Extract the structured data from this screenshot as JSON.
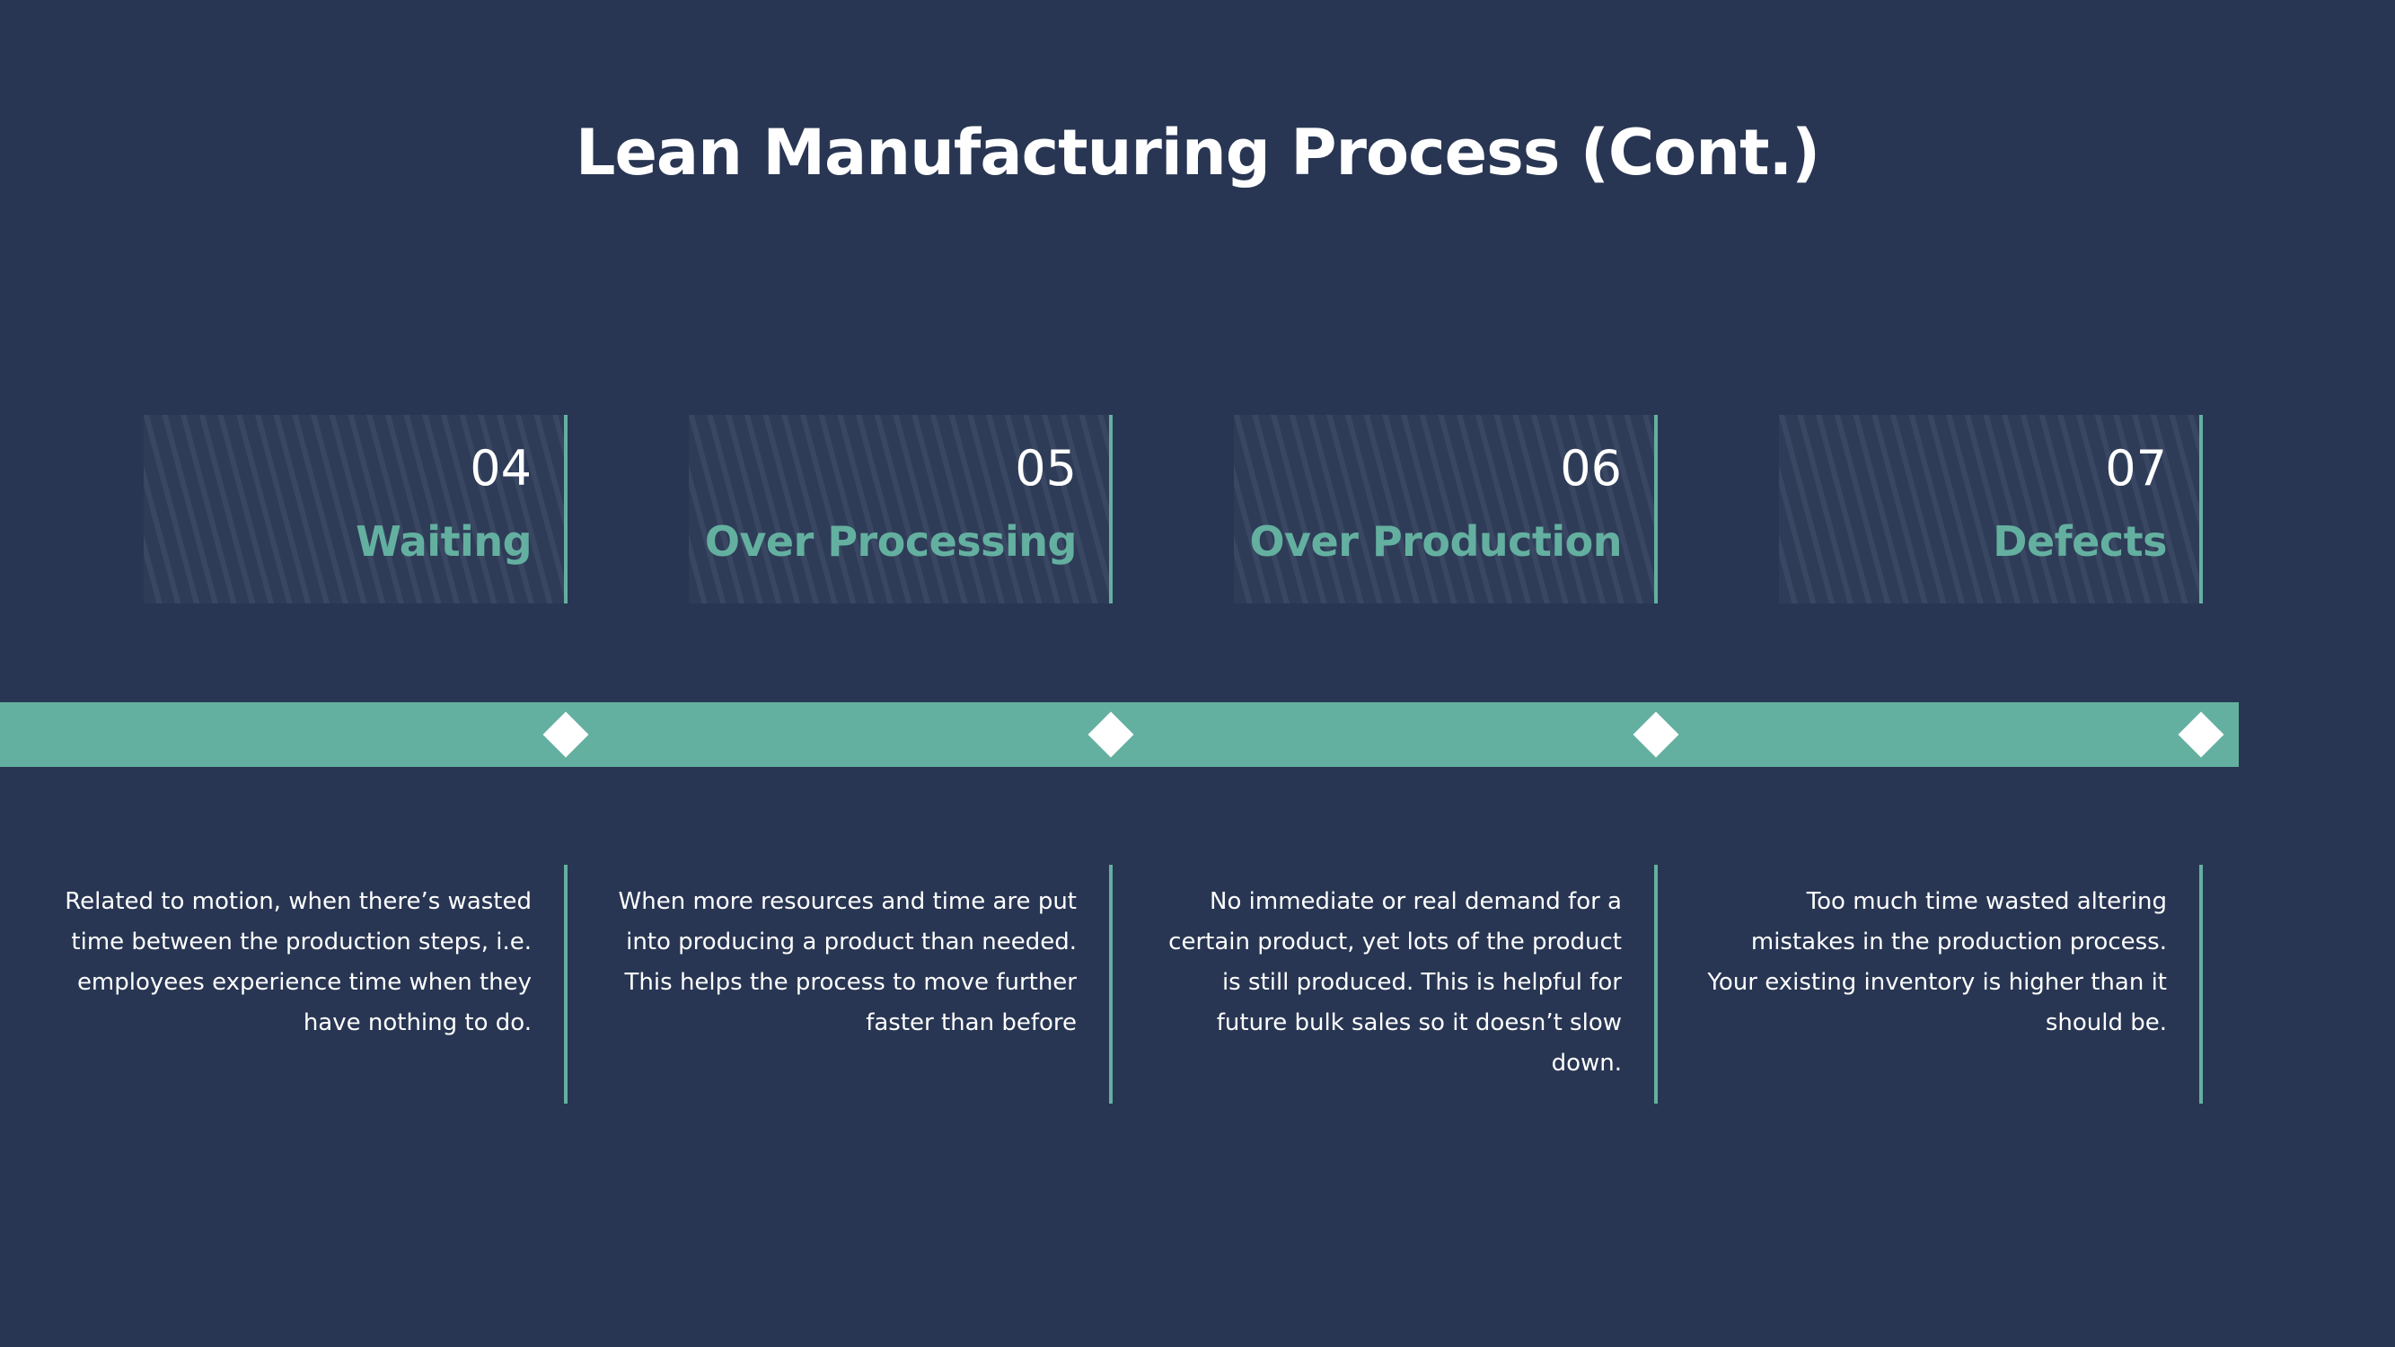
{
  "title": "Lean Manufacturing Process (Cont.)",
  "steps": [
    {
      "number": "04",
      "name": "Waiting",
      "description": "Related to motion, when there’s wasted time between the production steps, i.e. employees experience time when they have nothing to do."
    },
    {
      "number": "05",
      "name": "Over Processing",
      "description": "When more resources and time are put into producing a product than needed. This helps the process to move further faster than before"
    },
    {
      "number": "06",
      "name": "Over Production",
      "description": "No immediate or real demand for a certain product, yet lots of the product is still produced. This is helpful for future bulk sales so it doesn’t slow down."
    },
    {
      "number": "07",
      "name": "Defects",
      "description": "Too much time wasted altering mistakes in the production process. Your existing inventory is higher than it should be."
    }
  ],
  "colors": {
    "background": "#283653",
    "accent": "#64b0a0",
    "text": "#ffffff"
  }
}
